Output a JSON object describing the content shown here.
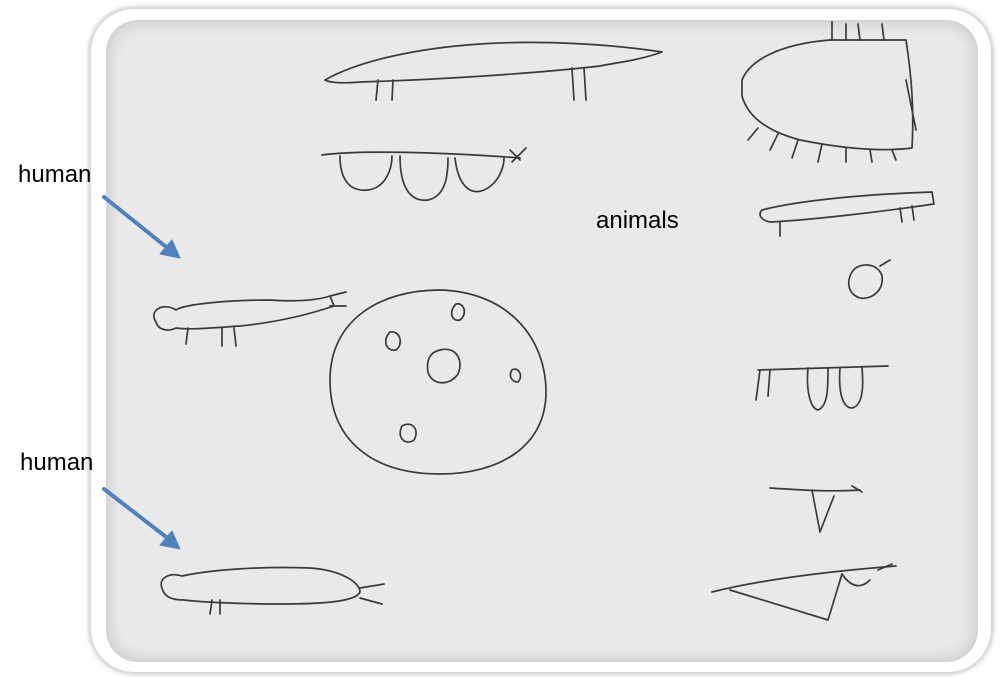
{
  "labels": {
    "human_top": "human",
    "human_bottom": "human",
    "animals": "animals"
  },
  "colors": {
    "arrow": "#4f81bd",
    "pencil": "#3a3a3c",
    "paper": "#e9e9ea"
  },
  "figures": [
    "human-figure-arrowed",
    "human-figure-arrowed",
    "animal-figure-long",
    "animal-figure-legs",
    "animal-figure-large",
    "animal-figure-small",
    "circle-figure",
    "round-figure-with-dots"
  ]
}
